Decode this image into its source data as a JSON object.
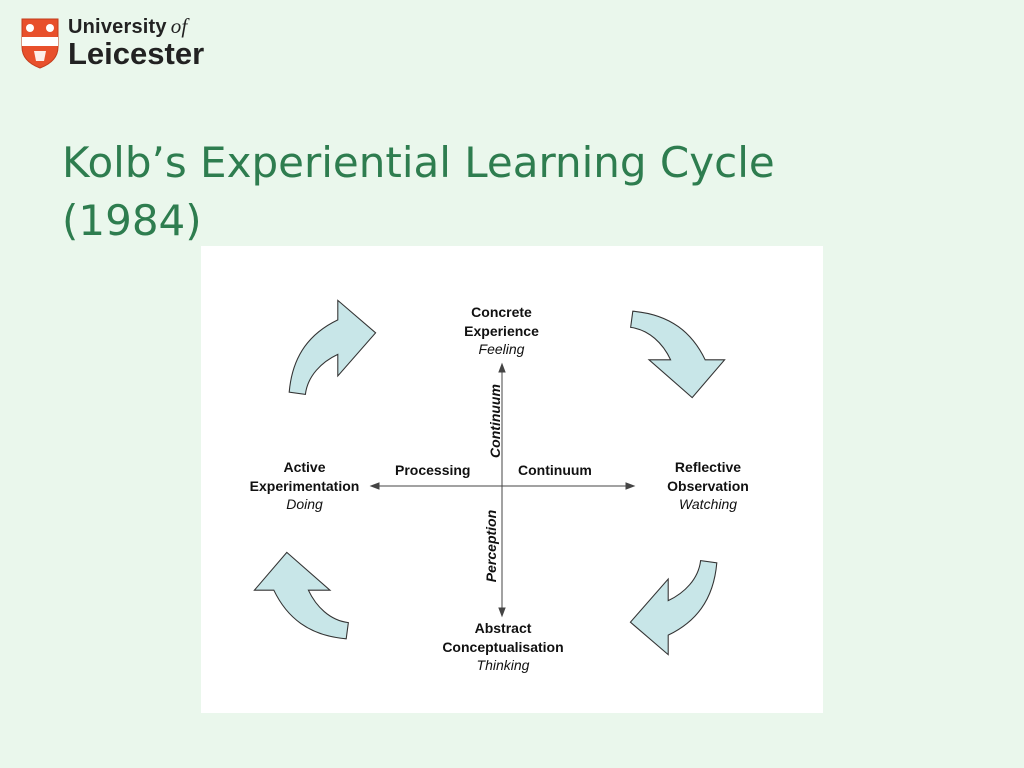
{
  "header": {
    "logo_line1": "University",
    "logo_of": "of",
    "logo_line2": "Leicester",
    "crest_icon": "shield-crest-icon",
    "crest_colors": {
      "shield": "#e8502c",
      "band": "#ffffff"
    }
  },
  "slide": {
    "title_line1": "Kolb’s Experiential Learning Cycle",
    "title_line2": "(1984)",
    "title_color": "#2e7d4f"
  },
  "diagram": {
    "stages": {
      "concrete": {
        "line1": "Concrete",
        "line2": "Experience",
        "sub": "Feeling"
      },
      "reflective": {
        "line1": "Reflective",
        "line2": "Observation",
        "sub": "Watching"
      },
      "abstract": {
        "line1": "Abstract",
        "line2": "Conceptualisation",
        "sub": "Thinking"
      },
      "active": {
        "line1": "Active",
        "line2": "Experimentation",
        "sub": "Doing"
      }
    },
    "axes": {
      "processing": "Processing",
      "continuum_h": "Continuum",
      "continuum_v": "Continuum",
      "perception": "Perception"
    },
    "arrow_fill": "#c8e6e8",
    "arrow_stroke": "#333333",
    "arrow_icon": "curved-cycle-arrow-icon"
  }
}
